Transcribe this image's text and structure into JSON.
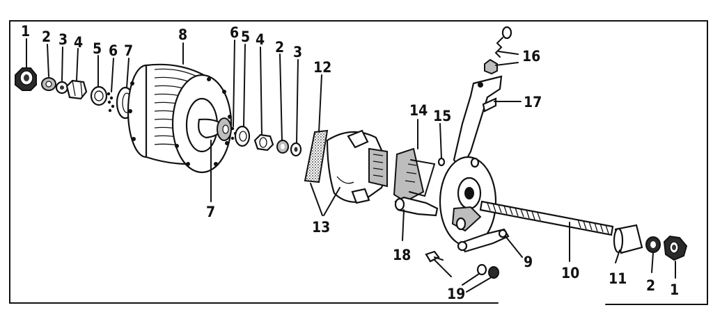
{
  "labels": {
    "l1a": "1",
    "l2a": "2",
    "l3a": "3",
    "l4a": "4",
    "l5a": "5",
    "l6a": "6",
    "l7a": "7",
    "l8": "8",
    "l6b": "6",
    "l5b": "5",
    "l4b": "4",
    "l2b": "2",
    "l3b": "3",
    "l12": "12",
    "l7b": "7",
    "l13": "13",
    "l14": "14",
    "l15": "15",
    "l16": "16",
    "l17": "17",
    "l18": "18",
    "l9": "9",
    "l19": "19",
    "l10": "10",
    "l11": "11",
    "l2c": "2",
    "l1b": "1"
  }
}
